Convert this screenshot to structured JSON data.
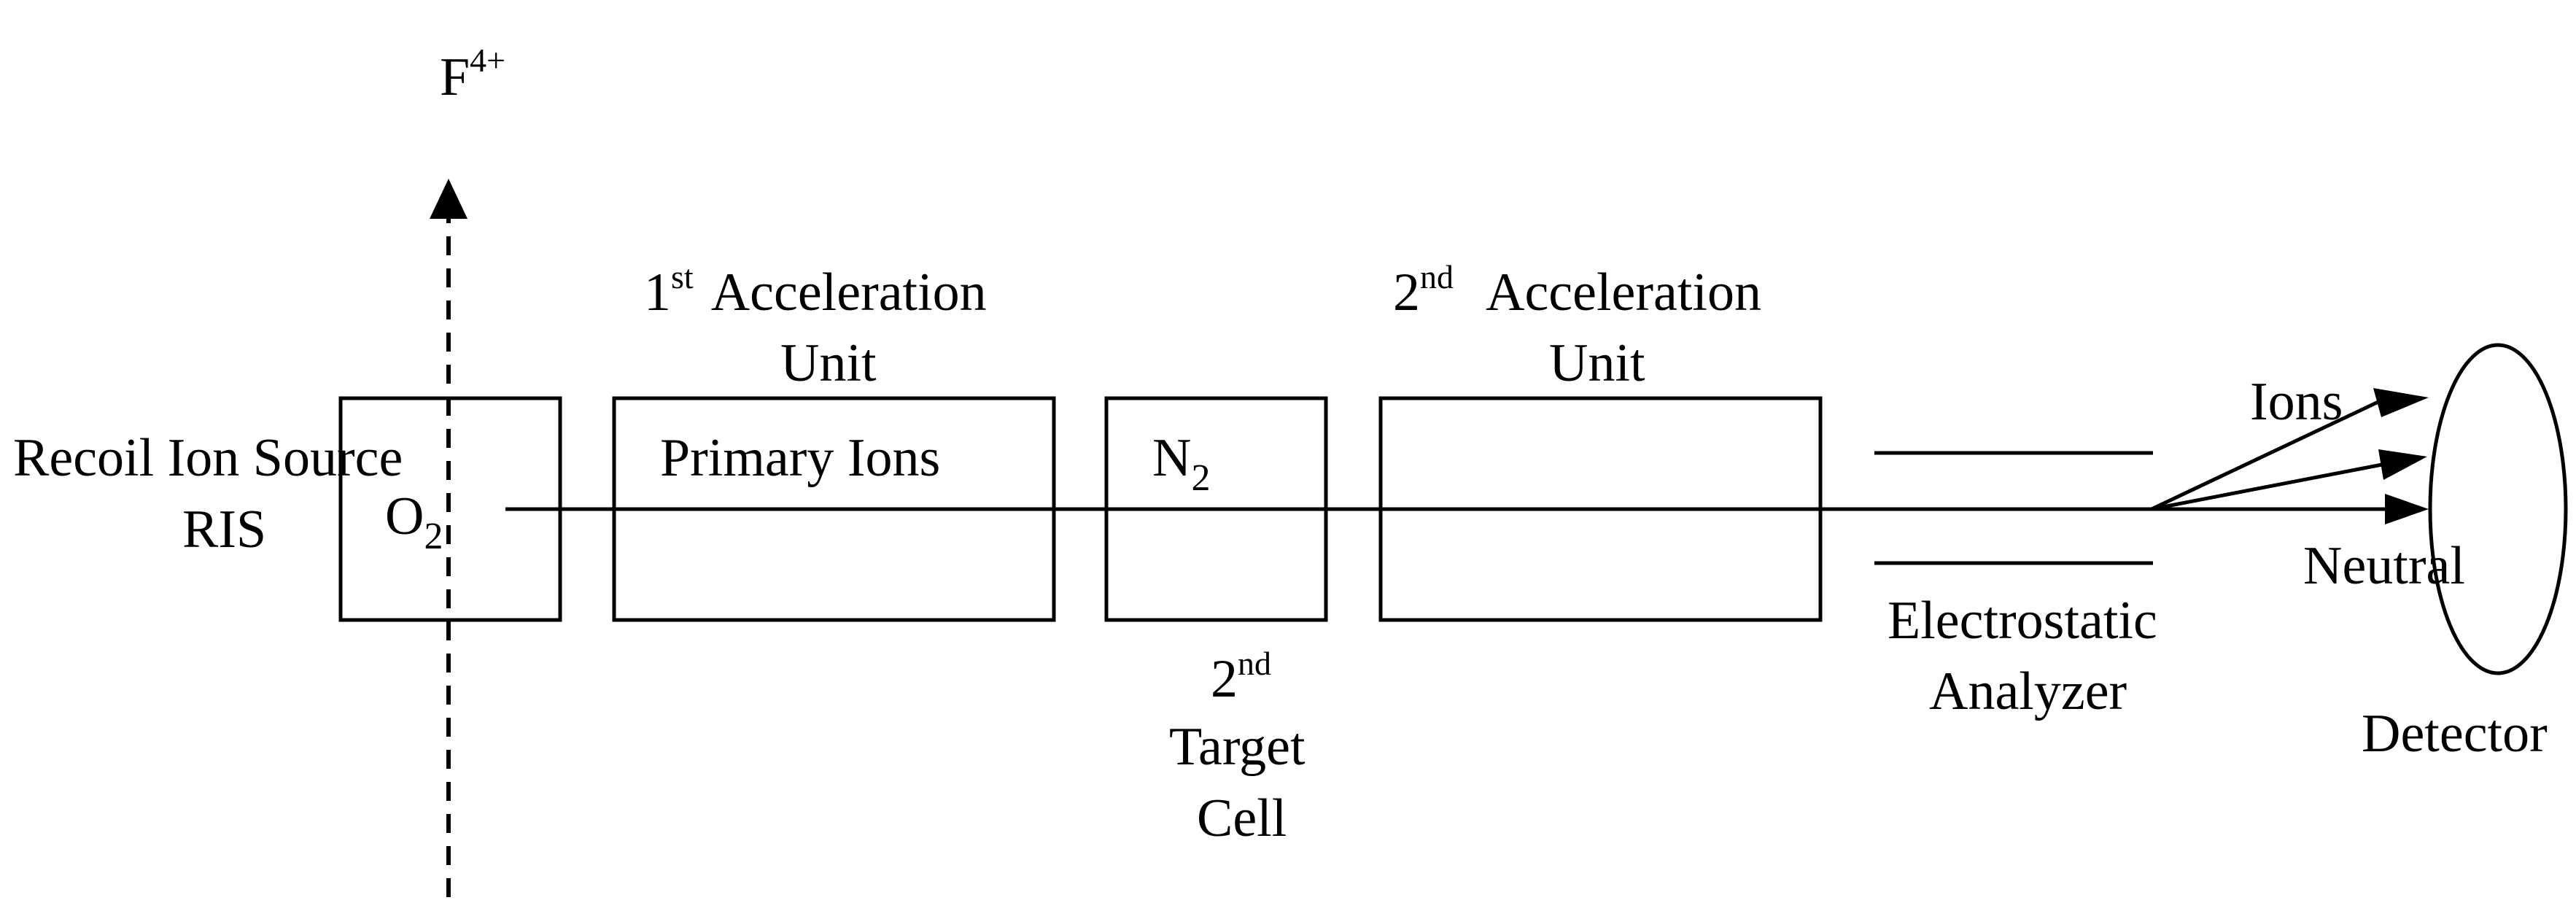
{
  "labels": {
    "beam": {
      "main": "F",
      "sup": "4+"
    },
    "source": {
      "line1": "Recoil Ion Source",
      "line2": "RIS"
    },
    "source_gas": {
      "main": "O",
      "sub": "2"
    },
    "accel1": {
      "num": "1",
      "sup": "st",
      "title": "Acceleration",
      "line2": "Unit"
    },
    "primary_ions": "Primary Ions",
    "target_gas": {
      "main": "N",
      "sub": "2"
    },
    "target_cell": {
      "num": "2",
      "sup": "nd",
      "line2": "Target",
      "line3": "Cell"
    },
    "accel2": {
      "num": "2",
      "sup": "nd",
      "title": "Acceleration",
      "line2": "Unit"
    },
    "analyzer": {
      "line1": "Electrostatic",
      "line2": "Analyzer"
    },
    "ions": "Ions",
    "neutral": "Neutral",
    "detector": "Detector"
  }
}
